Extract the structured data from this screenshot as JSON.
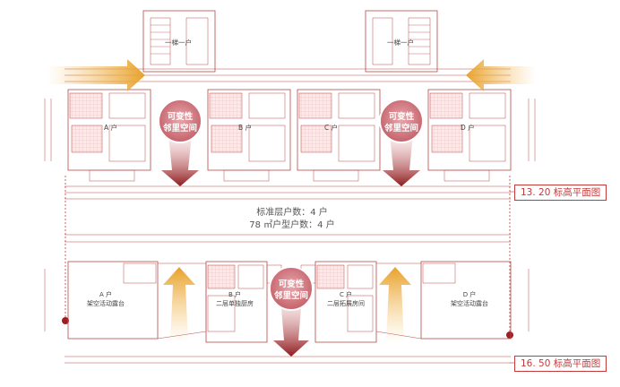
{
  "floor_plan_top": {
    "title": "13. 20 标高平面图",
    "core_labels": [
      "一梯一户",
      "一梯一户"
    ],
    "unit_labels": [
      "A 户",
      "B 户",
      "C 户",
      "D 户"
    ],
    "bubbles": [
      {
        "line1": "可变性",
        "line2": "邻里空间"
      },
      {
        "line1": "可变性",
        "line2": "邻里空间"
      }
    ]
  },
  "summary": {
    "line1": "标准层户数：4 户",
    "line2": "78 ㎡户型户数：4 户"
  },
  "floor_plan_bottom": {
    "title": "16. 50 标高平面图",
    "units": [
      {
        "name": "A 户",
        "desc": "架空活动露台"
      },
      {
        "name": "B 户",
        "desc": "二层单独厨房"
      },
      {
        "name": "C 户",
        "desc": "二层拓展房间"
      },
      {
        "name": "D 户",
        "desc": "架空活动露台"
      }
    ],
    "bubble": {
      "line1": "可变性",
      "line2": "邻里空间"
    }
  },
  "colors": {
    "accent_red": "#c23a3a",
    "arrow_orange": "#e8a12c",
    "arrow_dark_red": "#8e1b1e",
    "bubble_pink": "#d8858c",
    "plan_line": "#b94a4a"
  }
}
